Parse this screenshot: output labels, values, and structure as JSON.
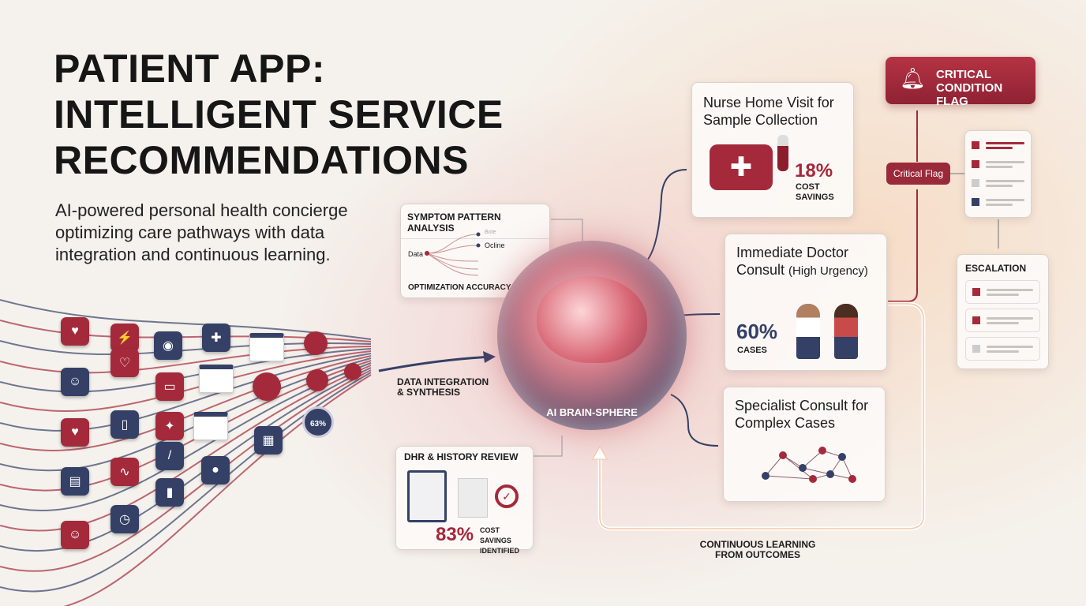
{
  "title": {
    "line1": "PATIENT APP:",
    "line2": "INTELLIGENT SERVICE",
    "line3": "RECOMMENDATIONS"
  },
  "subtitle": "AI-powered personal health concierge optimizing care pathways with data integration and continuous learning.",
  "symptom_card": {
    "title": "SYMPTOM PATTERN ANALYSIS",
    "data_label": "Data",
    "branch1": "Bote",
    "branch2": "Ocline",
    "footer": "OPTIMIZATION ACCURACY"
  },
  "dhr_card": {
    "title": "DHR & HISTORY REVIEW",
    "percent": "83%",
    "caption_line1": "COST SAVINGS",
    "caption_line2": "IDENTIFIED"
  },
  "data_integration": {
    "line1": "DATA INTEGRATION",
    "line2": "& SYNTHESIS"
  },
  "brain": {
    "label": "AI BRAIN-SPHERE"
  },
  "nurse_card": {
    "title": "Nurse Home Visit for Sample Collection",
    "percent": "18%",
    "caption_line1": "COST",
    "caption_line2": "SAVINGS"
  },
  "doctor_card": {
    "title": "Immediate Doctor Consult",
    "urgency": "(High Urgency)",
    "percent": "60%",
    "caption": "CASES"
  },
  "specialist_card": {
    "title": "Specialist Consult for Complex Cases"
  },
  "critical_condition": {
    "line1": "CRITICAL",
    "line2": "CONDITION FLAG"
  },
  "critical_flag": "Critical Flag",
  "escalation": {
    "title": "ESCALATION"
  },
  "learning": {
    "line1": "CONTINUOUS LEARNING",
    "line2": "FROM OUTCOMES"
  },
  "network_badge": "63%",
  "colors": {
    "accent_red": "#a42a3b",
    "navy": "#344066"
  }
}
